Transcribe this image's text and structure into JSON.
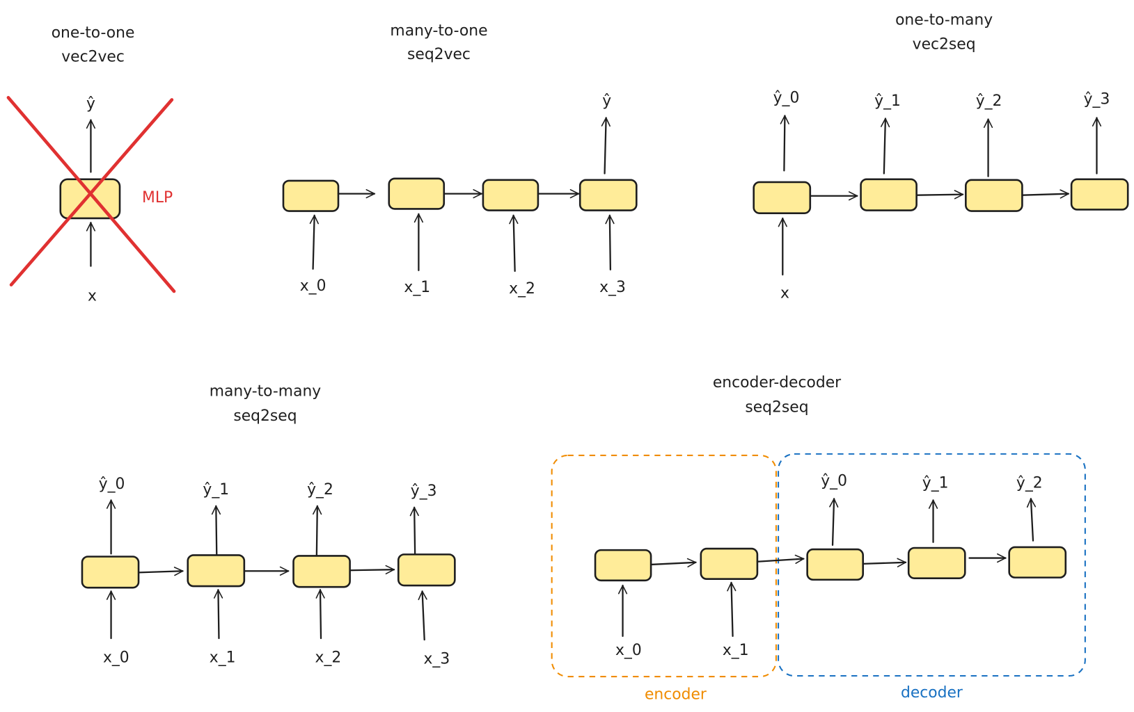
{
  "colors": {
    "cell_fill": "#ffec99",
    "stroke": "#1e1e1e",
    "strike": "#e03131",
    "encoder": "#f08c00",
    "decoder": "#1971c2"
  },
  "panels": {
    "one_to_one": {
      "title": "one-to-one",
      "subtitle": "vec2vec",
      "input": "x",
      "output": "ŷ",
      "annotation": "MLP",
      "crossed_out": true
    },
    "many_to_one": {
      "title": "many-to-one",
      "subtitle": "seq2vec",
      "inputs": [
        "x_0",
        "x_1",
        "x_2",
        "x_3"
      ],
      "output": "ŷ"
    },
    "one_to_many": {
      "title": "one-to-many",
      "subtitle": "vec2seq",
      "input": "x",
      "outputs": [
        "ŷ_0",
        "ŷ_1",
        "ŷ_2",
        "ŷ_3"
      ]
    },
    "many_to_many": {
      "title": "many-to-many",
      "subtitle": "seq2seq",
      "inputs": [
        "x_0",
        "x_1",
        "x_2",
        "x_3"
      ],
      "outputs": [
        "ŷ_0",
        "ŷ_1",
        "ŷ_2",
        "ŷ_3"
      ]
    },
    "encoder_decoder": {
      "title": "encoder-decoder",
      "subtitle": "seq2seq",
      "inputs": [
        "x_0",
        "x_1"
      ],
      "outputs": [
        "ŷ_0",
        "ŷ_1",
        "ŷ_2"
      ],
      "encoder_label": "encoder",
      "decoder_label": "decoder"
    }
  }
}
